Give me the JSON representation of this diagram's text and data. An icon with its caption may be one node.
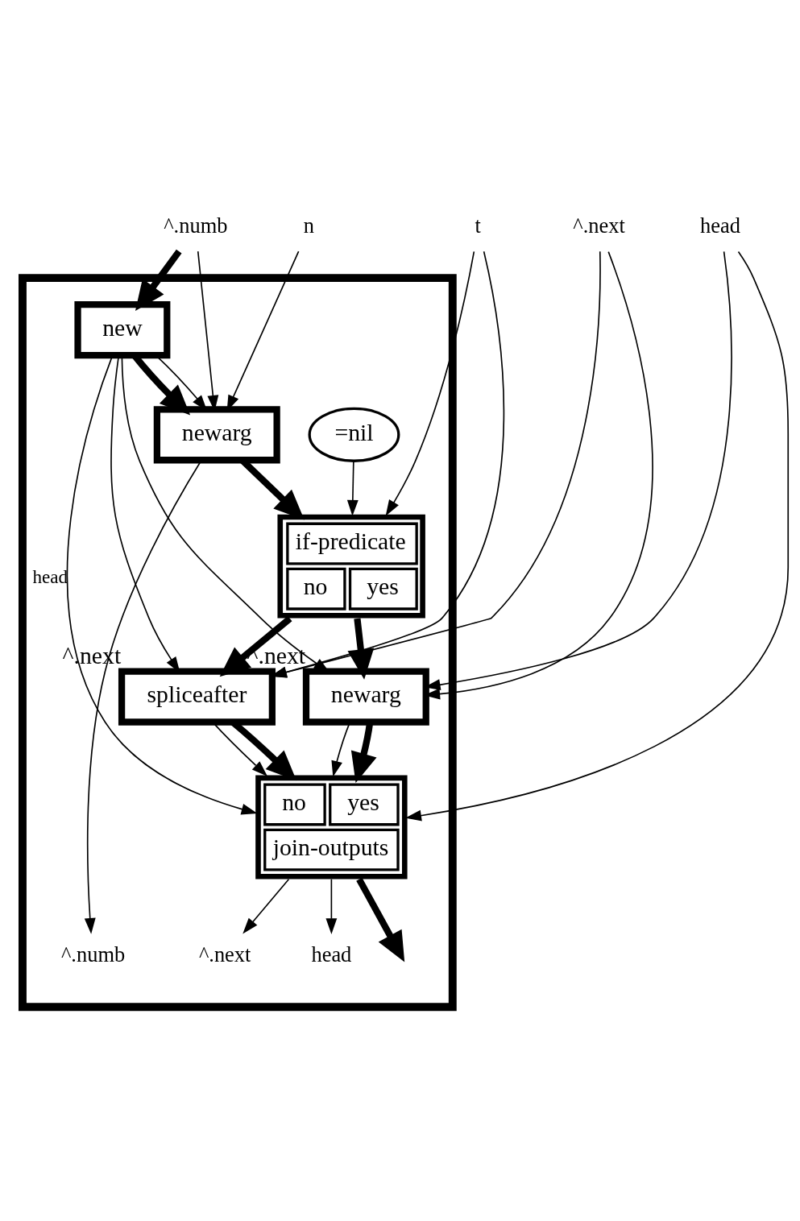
{
  "diagram": {
    "nodes": [
      {
        "text": [],
        "shape": "box"
      },
      {
        "text": [
          "^.numb"
        ]
      },
      {
        "text": [
          "n"
        ]
      },
      {
        "text": [
          "t"
        ]
      },
      {
        "text": [
          "^.next"
        ]
      },
      {
        "text": [
          "head"
        ]
      },
      {
        "text": [
          "new"
        ],
        "in": 0
      },
      {
        "text": [
          "newarg"
        ],
        "in": 0
      },
      {
        "text": [
          "=nil"
        ],
        "in": 0
      },
      {
        "text": [
          "if-predicate",
          "no",
          "yes"
        ],
        "in": 0
      },
      {
        "text": [
          "newarg"
        ],
        "in": 0,
        "beside": [
          "^.next"
        ]
      },
      {
        "text": [
          "spliceafter"
        ],
        "in": 0,
        "beside": [
          "^.next"
        ]
      },
      {
        "text": [
          "no",
          "yes",
          "join-outputs"
        ],
        "in": 0
      },
      {
        "text": [
          "^.numb"
        ],
        "in": 0
      },
      {
        "text": [
          "^.next"
        ],
        "in": 0
      },
      {
        "text": [
          "head"
        ],
        "in": 0
      }
    ],
    "edges": [
      {
        "from": 1,
        "to": 6,
        "arrow": "to",
        "style": "thick"
      },
      {
        "from": 1,
        "to": 7,
        "arrow": "to"
      },
      {
        "from": 6,
        "to": 7,
        "arrow": "to",
        "style": "thick"
      },
      {
        "from": 6,
        "to": 7,
        "arrow": "to"
      },
      {
        "from": 2,
        "to": 7,
        "arrow": "to"
      },
      {
        "from": 4,
        "to": 11,
        "arrow": "to"
      },
      {
        "from": 3,
        "to": 11,
        "arrow": "to"
      },
      {
        "from": 3,
        "to": 9,
        "arrow": "to"
      },
      {
        "from": 5,
        "to": 12,
        "arrow": "to"
      },
      {
        "from": 6,
        "to": 11,
        "arrow": "to"
      },
      {
        "from": 6,
        "to": 10,
        "arrow": "to"
      },
      {
        "from": 6,
        "to": 12,
        "label": "head",
        "arrow": "to"
      },
      {
        "from": 8,
        "to": 9,
        "arrow": "to"
      },
      {
        "from": 7,
        "to": 9,
        "arrow": "to",
        "style": "thick"
      },
      {
        "from": 7,
        "to": 13,
        "arrow": "to"
      },
      {
        "from": 4,
        "to": 10,
        "arrow": "to"
      },
      {
        "from": 5,
        "to": 10,
        "arrow": "to"
      },
      {
        "from": 9,
        "to": 11,
        "arrow": "to",
        "style": "thick"
      },
      {
        "from": 9,
        "to": 10,
        "arrow": "to",
        "style": "thick"
      },
      {
        "from": 11,
        "to": 12,
        "arrow": "to"
      },
      {
        "from": 11,
        "to": 12,
        "arrow": "to",
        "style": "thick"
      },
      {
        "from": 10,
        "to": 12,
        "arrow": "to"
      },
      {
        "from": 10,
        "to": 12,
        "arrow": "to",
        "style": "thick"
      },
      {
        "from": 12,
        "to": 14,
        "arrow": "to"
      },
      {
        "from": 12,
        "to": null,
        "arrow": "to",
        "style": "thick"
      },
      {
        "from": 12,
        "to": 15,
        "arrow": "to"
      }
    ]
  }
}
